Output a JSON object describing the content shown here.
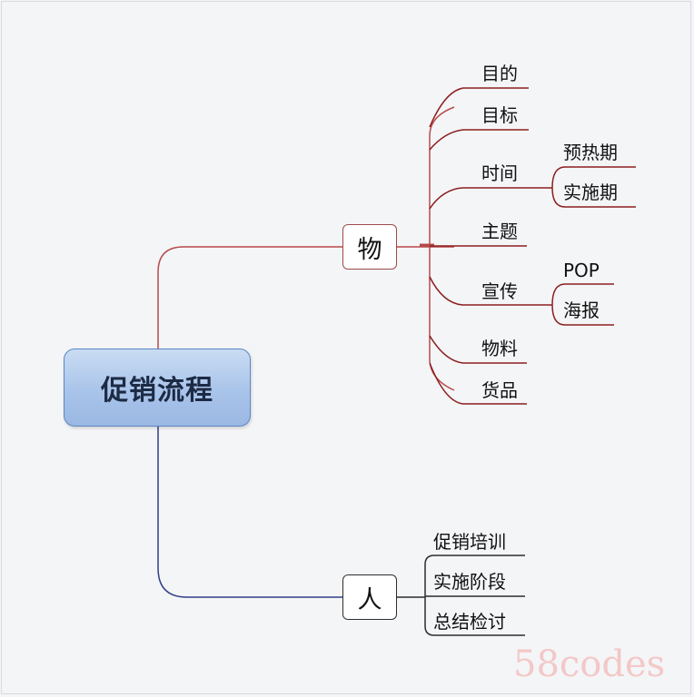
{
  "root": {
    "label": "促销流程"
  },
  "wu": {
    "label": "物",
    "items": [
      {
        "label": "目的"
      },
      {
        "label": "目标"
      },
      {
        "label": "时间",
        "children": [
          "预热期",
          "实施期"
        ]
      },
      {
        "label": "主题"
      },
      {
        "label": "宣传",
        "children": [
          "POP",
          "海报"
        ]
      },
      {
        "label": "物料"
      },
      {
        "label": "货品"
      }
    ]
  },
  "ren": {
    "label": "人",
    "items": [
      {
        "label": "促销培训"
      },
      {
        "label": "实施阶段"
      },
      {
        "label": "总结检讨"
      }
    ]
  },
  "colors": {
    "wu_branch": "#b84a4a",
    "ren_branch": "#2f3f86",
    "root_fill": "#a9c4ea"
  },
  "watermark": "58codes"
}
